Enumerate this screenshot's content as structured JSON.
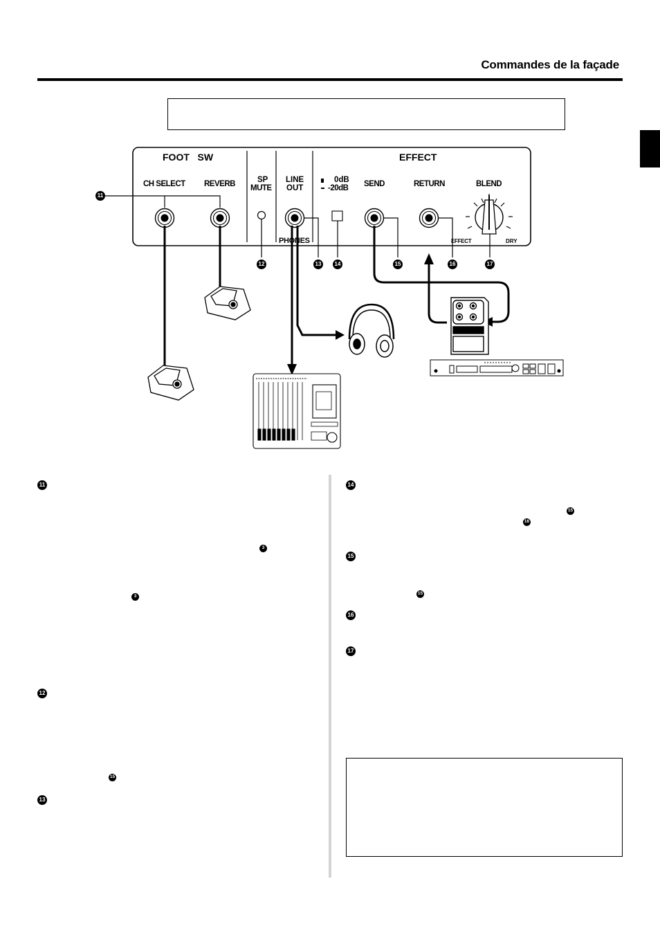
{
  "header": {
    "title": "Commandes de la façade"
  },
  "panel": {
    "section_foot_sw": "FOOT   SW",
    "section_effect": "EFFECT",
    "labels": {
      "ch_select": "CH SELECT",
      "reverb": "REVERB",
      "sp": "SP",
      "mute": "MUTE",
      "line": "LINE",
      "out": "OUT",
      "phones": "PHONES",
      "level_0db": "0dB",
      "level_20db": "-20dB",
      "send": "SEND",
      "return": "RETURN",
      "blend": "BLEND",
      "effect_end": "EFFECT",
      "dry_end": "DRY"
    }
  },
  "callouts": {
    "n11": "11",
    "n12": "12",
    "n13": "13",
    "n14": "14",
    "n15": "15",
    "n16": "16",
    "n17": "17",
    "n3": "3"
  }
}
